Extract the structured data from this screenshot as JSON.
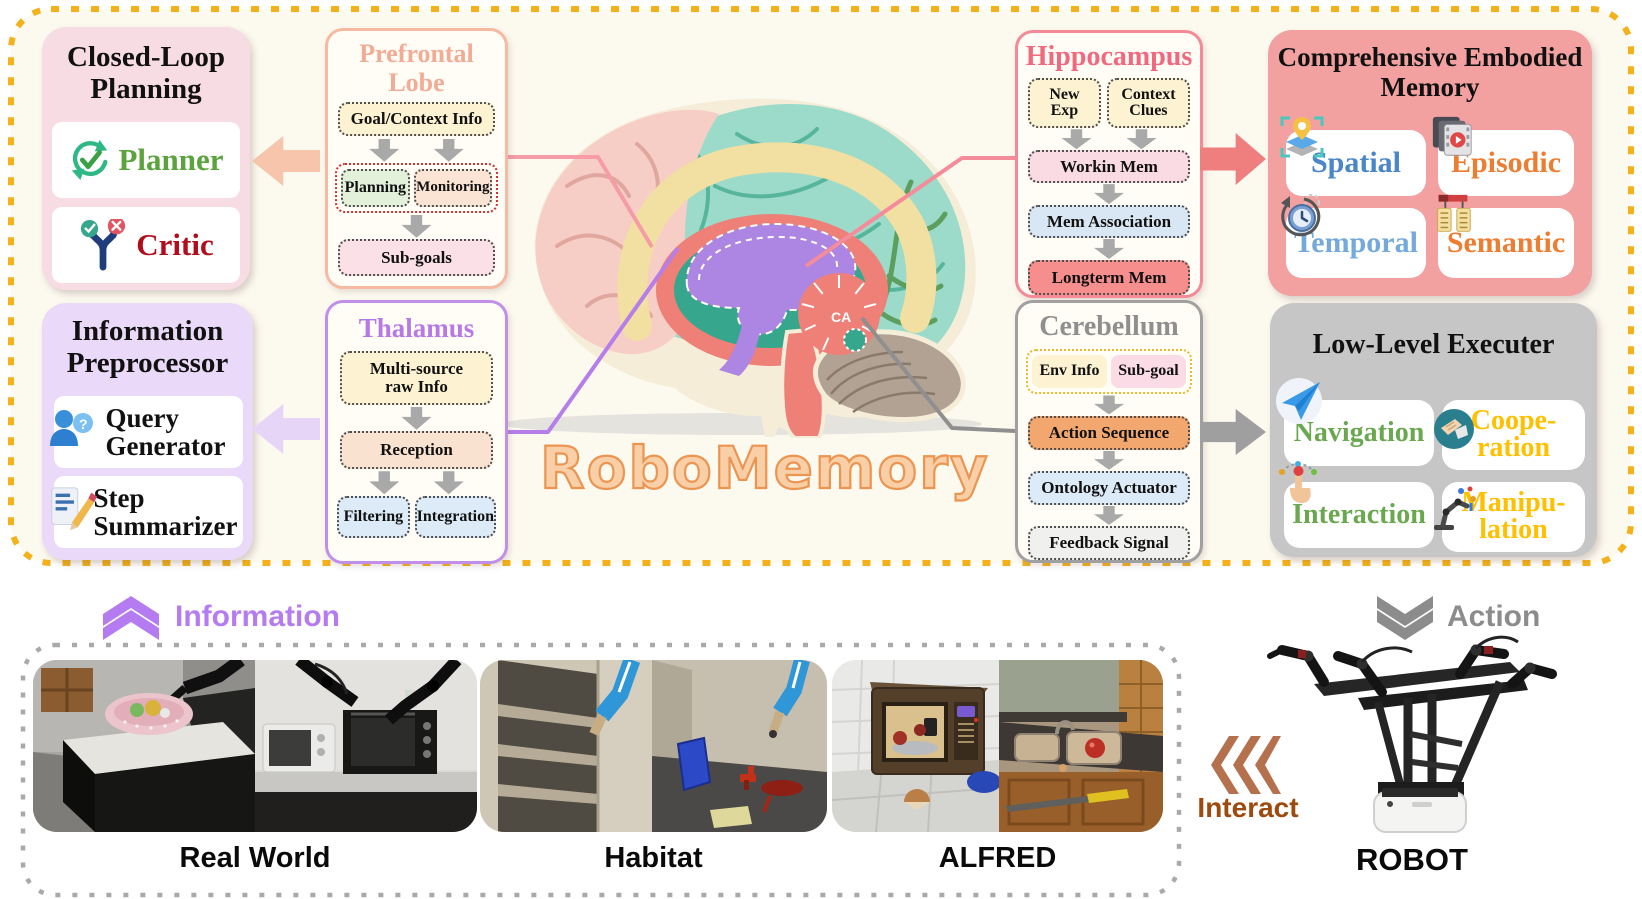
{
  "logo": {
    "text": "RoboMemory"
  },
  "brain": {
    "ca_label": "CA"
  },
  "closed_loop": {
    "title": "Closed-Loop\nPlanning",
    "items": [
      {
        "label": "Planner",
        "icon": "loop-check-icon",
        "color": "#5ba33c"
      },
      {
        "label": "Critic",
        "icon": "branch-decision-icon",
        "color": "#b00e1c"
      }
    ]
  },
  "info_preprocessor": {
    "title": "Information\nPreprocessor",
    "items": [
      {
        "label": "Query\nGenerator",
        "icon": "user-question-icon"
      },
      {
        "label": "Step\nSummarizer",
        "icon": "note-pencil-icon"
      }
    ]
  },
  "prefrontal": {
    "title": "Prefrontal\nLobe",
    "input": "Goal/Context Info",
    "branches": [
      "Planning",
      "Monitoring"
    ],
    "output": "Sub-goals"
  },
  "thalamus": {
    "title": "Thalamus",
    "input": "Multi-source\nraw Info",
    "stage": "Reception",
    "outputs": [
      "Filtering",
      "Integration"
    ]
  },
  "hippocampus": {
    "title": "Hippocampus",
    "inputs": [
      "New\nExp",
      "Context\nClues"
    ],
    "steps": [
      "Workin Mem",
      "Mem Association",
      "Longterm Mem"
    ]
  },
  "cerebellum": {
    "title": "Cerebellum",
    "inputs": [
      "Env Info",
      "Sub-goal"
    ],
    "steps": [
      "Action Sequence",
      "Ontology Actuator",
      "Feedback Signal"
    ]
  },
  "memory": {
    "title": "Comprehensive Embodied\nMemory",
    "cells": [
      {
        "label": "Spatial",
        "icon": "map-pin-layers-icon",
        "color": "#4a86c8"
      },
      {
        "label": "Episodic",
        "icon": "film-frames-icon",
        "color": "#ed7d31"
      },
      {
        "label": "Temporal",
        "icon": "clock-history-icon",
        "color": "#74a9dc"
      },
      {
        "label": "Semantic",
        "icon": "notes-icon",
        "color": "#ed7d31"
      }
    ]
  },
  "executer": {
    "title": "Low-Level Executer",
    "cells": [
      {
        "label": "Navigation",
        "icon": "paper-plane-icon",
        "color": "#6aa84f"
      },
      {
        "label": "Coope-\nration",
        "icon": "handshake-icon",
        "color": "#ffc000"
      },
      {
        "label": "Interaction",
        "icon": "touch-icon",
        "color": "#6aa84f"
      },
      {
        "label": "Manipu-\nlation",
        "icon": "robot-arm-icon",
        "color": "#ffc000"
      }
    ]
  },
  "bottom": {
    "information_label": "Information",
    "action_label": "Action",
    "interact_label": "Interact",
    "robot_label": "ROBOT",
    "environments": [
      {
        "label": "Real World"
      },
      {
        "label": "Habitat"
      },
      {
        "label": "ALFRED"
      }
    ]
  },
  "colors": {
    "frame_dotted": "#f3b21b",
    "panel_bg_cream": "#fcf9ef",
    "closed_loop_bg": "#f8dce3",
    "info_preprocessor_bg": "#ead9f8",
    "memory_bg": "#f2a0a0",
    "executer_bg": "#c6c6c6",
    "prefrontal_accent": "#f2ab94",
    "thalamus_accent": "#b679e6",
    "hippocampus_accent": "#f2687e",
    "cerebellum_accent": "#8f8f8f",
    "information_purple": "#b57bf0",
    "action_gray": "#8c8c8c",
    "interact_brown": "#9c4a0e",
    "logo_fill": "#f9cfa8",
    "logo_stroke": "#ec9551"
  }
}
